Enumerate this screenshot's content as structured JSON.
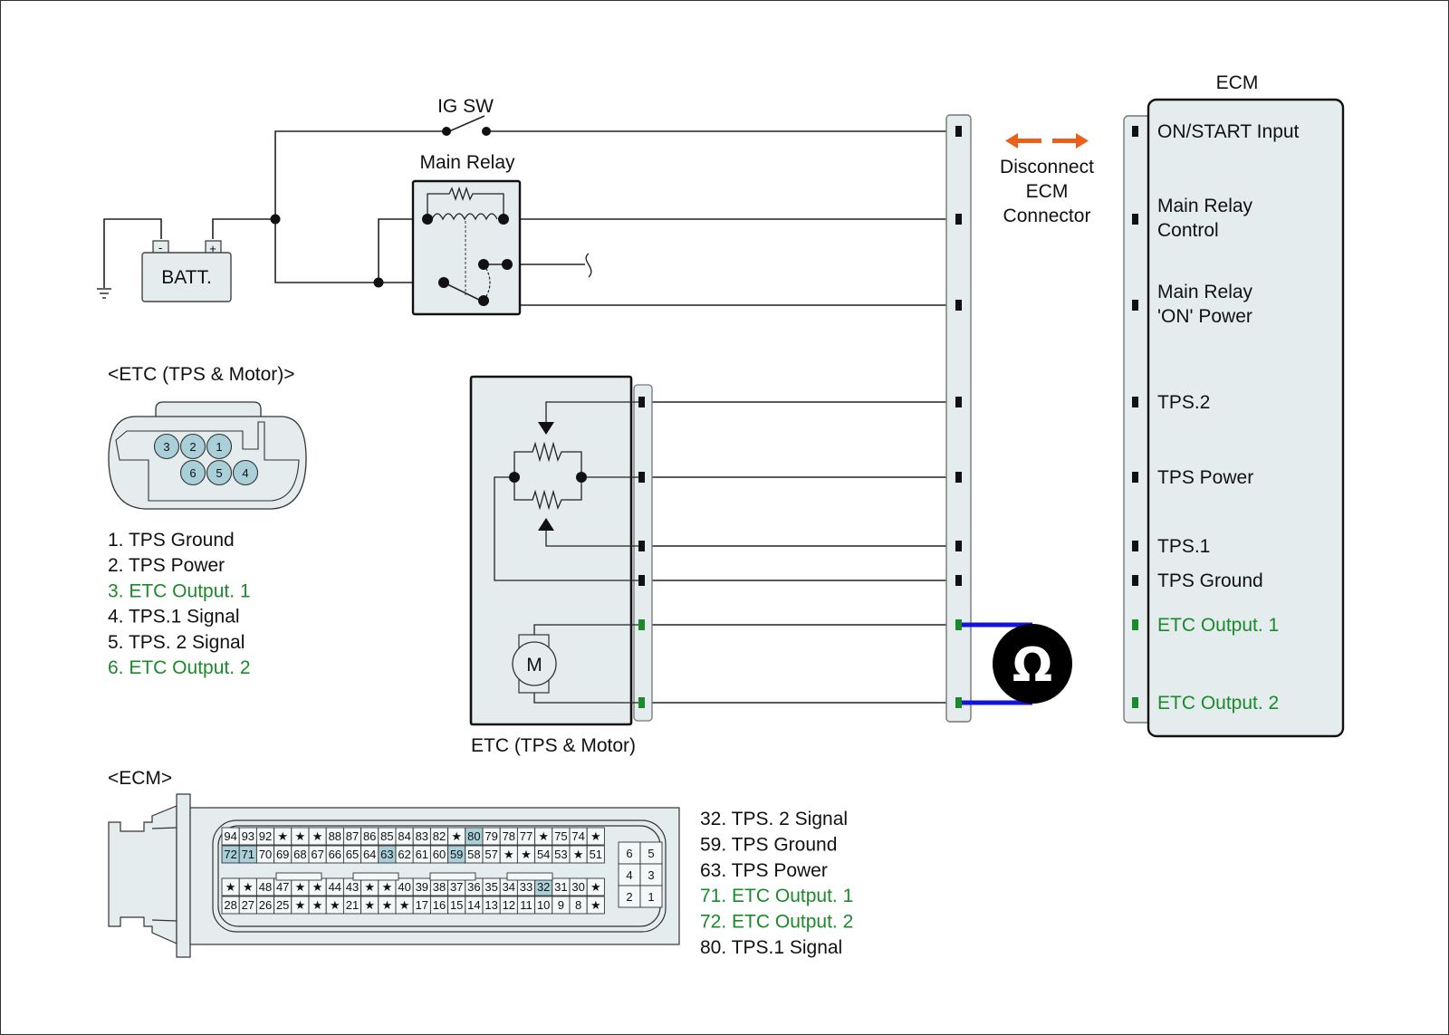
{
  "labels": {
    "ig_sw": "IG SW",
    "main_relay": "Main Relay",
    "batt": "BATT.",
    "batt_neg": "-",
    "batt_pos": "+",
    "ecm_title": "ECM",
    "disconnect": [
      "Disconnect",
      "ECM",
      "Connector"
    ],
    "etc_component": "ETC (TPS & Motor)",
    "motor": "M",
    "ohm": "Ω"
  },
  "ecm_pins": [
    {
      "lines": [
        "ON/START Input"
      ],
      "color": "black"
    },
    {
      "lines": [
        "Main Relay",
        "Control"
      ],
      "color": "black"
    },
    {
      "lines": [
        "Main Relay",
        "'ON' Power"
      ],
      "color": "black"
    },
    {
      "lines": [
        "TPS.2"
      ],
      "color": "black"
    },
    {
      "lines": [
        "TPS Power"
      ],
      "color": "black"
    },
    {
      "lines": [
        "TPS.1"
      ],
      "color": "black"
    },
    {
      "lines": [
        "TPS Ground"
      ],
      "color": "black"
    },
    {
      "lines": [
        "ETC Output. 1"
      ],
      "color": "green"
    },
    {
      "lines": [
        "ETC Output. 2"
      ],
      "color": "green"
    }
  ],
  "etc_connector": {
    "title": "<ETC (TPS & Motor)>",
    "top_row": [
      "3",
      "2",
      "1"
    ],
    "bottom_row": [
      "6",
      "5",
      "4"
    ],
    "pins": [
      {
        "text": "1. TPS Ground",
        "color": "black"
      },
      {
        "text": "2. TPS Power",
        "color": "black"
      },
      {
        "text": "3. ETC Output. 1",
        "color": "green"
      },
      {
        "text": "4. TPS.1 Signal",
        "color": "black"
      },
      {
        "text": "5. TPS. 2 Signal",
        "color": "black"
      },
      {
        "text": "6. ETC Output. 2",
        "color": "green"
      }
    ]
  },
  "ecm_connector": {
    "title": "<ECM>",
    "rows": [
      [
        "94",
        "93",
        "92",
        "★",
        "★",
        "★",
        "88",
        "87",
        "86",
        "85",
        "84",
        "83",
        "82",
        "★",
        "80",
        "79",
        "78",
        "77",
        "★",
        "75",
        "74",
        "★"
      ],
      [
        "72",
        "71",
        "70",
        "69",
        "68",
        "67",
        "66",
        "65",
        "64",
        "63",
        "62",
        "61",
        "60",
        "59",
        "58",
        "57",
        "★",
        "★",
        "54",
        "53",
        "★",
        "51"
      ],
      [
        "★",
        "★",
        "48",
        "47",
        "★",
        "★",
        "44",
        "43",
        "★",
        "★",
        "40",
        "39",
        "38",
        "37",
        "36",
        "35",
        "34",
        "33",
        "32",
        "31",
        "30",
        "★"
      ],
      [
        "28",
        "27",
        "26",
        "25",
        "★",
        "★",
        "★",
        "21",
        "★",
        "★",
        "★",
        "17",
        "16",
        "15",
        "14",
        "13",
        "12",
        "11",
        "10",
        "9",
        "8",
        "★"
      ]
    ],
    "highlighted": [
      "80",
      "72",
      "71",
      "63",
      "59",
      "32"
    ],
    "small_block": [
      [
        "6",
        "5"
      ],
      [
        "4",
        "3"
      ],
      [
        "2",
        "1"
      ]
    ],
    "pins": [
      {
        "text": "32. TPS. 2 Signal",
        "color": "black"
      },
      {
        "text": "59. TPS Ground",
        "color": "black"
      },
      {
        "text": "63. TPS Power",
        "color": "black"
      },
      {
        "text": "71. ETC Output. 1",
        "color": "green"
      },
      {
        "text": "72. ETC Output. 2",
        "color": "green"
      },
      {
        "text": "80. TPS.1 Signal",
        "color": "black"
      }
    ]
  },
  "colors": {
    "fill": "#e4ecee",
    "pin_highlight": "#a9cfd8",
    "green": "#1a8a2a",
    "orange": "#e8601c",
    "blue": "#1414d8"
  }
}
